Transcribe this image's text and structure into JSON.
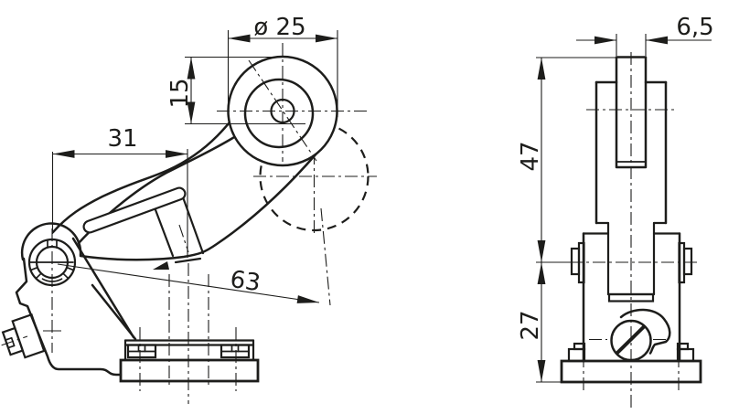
{
  "drawing": {
    "kind": "technical-dimension-drawing",
    "views": {
      "left": "side-view-roller-lever",
      "right": "front-view-roller-lever"
    }
  },
  "dimensions": {
    "roller_diameter": "ø 25",
    "roller_top_offset": "15",
    "pivot_to_plunger": "31",
    "lever_length": "63",
    "roller_width": "6,5",
    "upper_height": "47",
    "lower_height": "27"
  },
  "colors": {
    "line": "#1d1d1b",
    "background": "#ffffff"
  }
}
